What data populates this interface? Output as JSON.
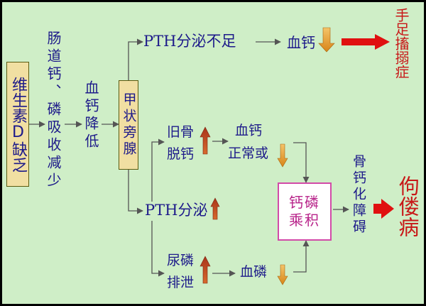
{
  "nodes": {
    "vitamin_d": "维生素D缺乏",
    "intestinal": "肠道钙、磷吸收减少",
    "blood_ca_low": "血钙降低",
    "parathyroid": "甲状旁腺",
    "pth_insufficient": "PTH分泌不足",
    "blood_ca_top": "血钙",
    "tetany": "手足搐搦症",
    "bone_ca_1": "旧骨",
    "bone_ca_2": "脱钙",
    "blood_ca_mid_1": "血钙",
    "blood_ca_mid_2": "正常或",
    "pth_secretion": "PTH分泌",
    "ca_p_product_1": "钙磷",
    "ca_p_product_2": "乘积",
    "ossification": "骨钙化障碍",
    "rickets": "佝偻病",
    "urine_p_1": "尿磷",
    "urine_p_2": "排泄",
    "blood_p": "血磷"
  },
  "colors": {
    "background": "#cfeec7",
    "text_blue": "#1d1a8a",
    "text_red": "#c81818",
    "arrow_up": "#c4511f",
    "arrow_down": "#e29a2a",
    "big_arrow": "#e01010",
    "box_fill": "#f1dfa2",
    "box_pink": "#d24aa8"
  }
}
